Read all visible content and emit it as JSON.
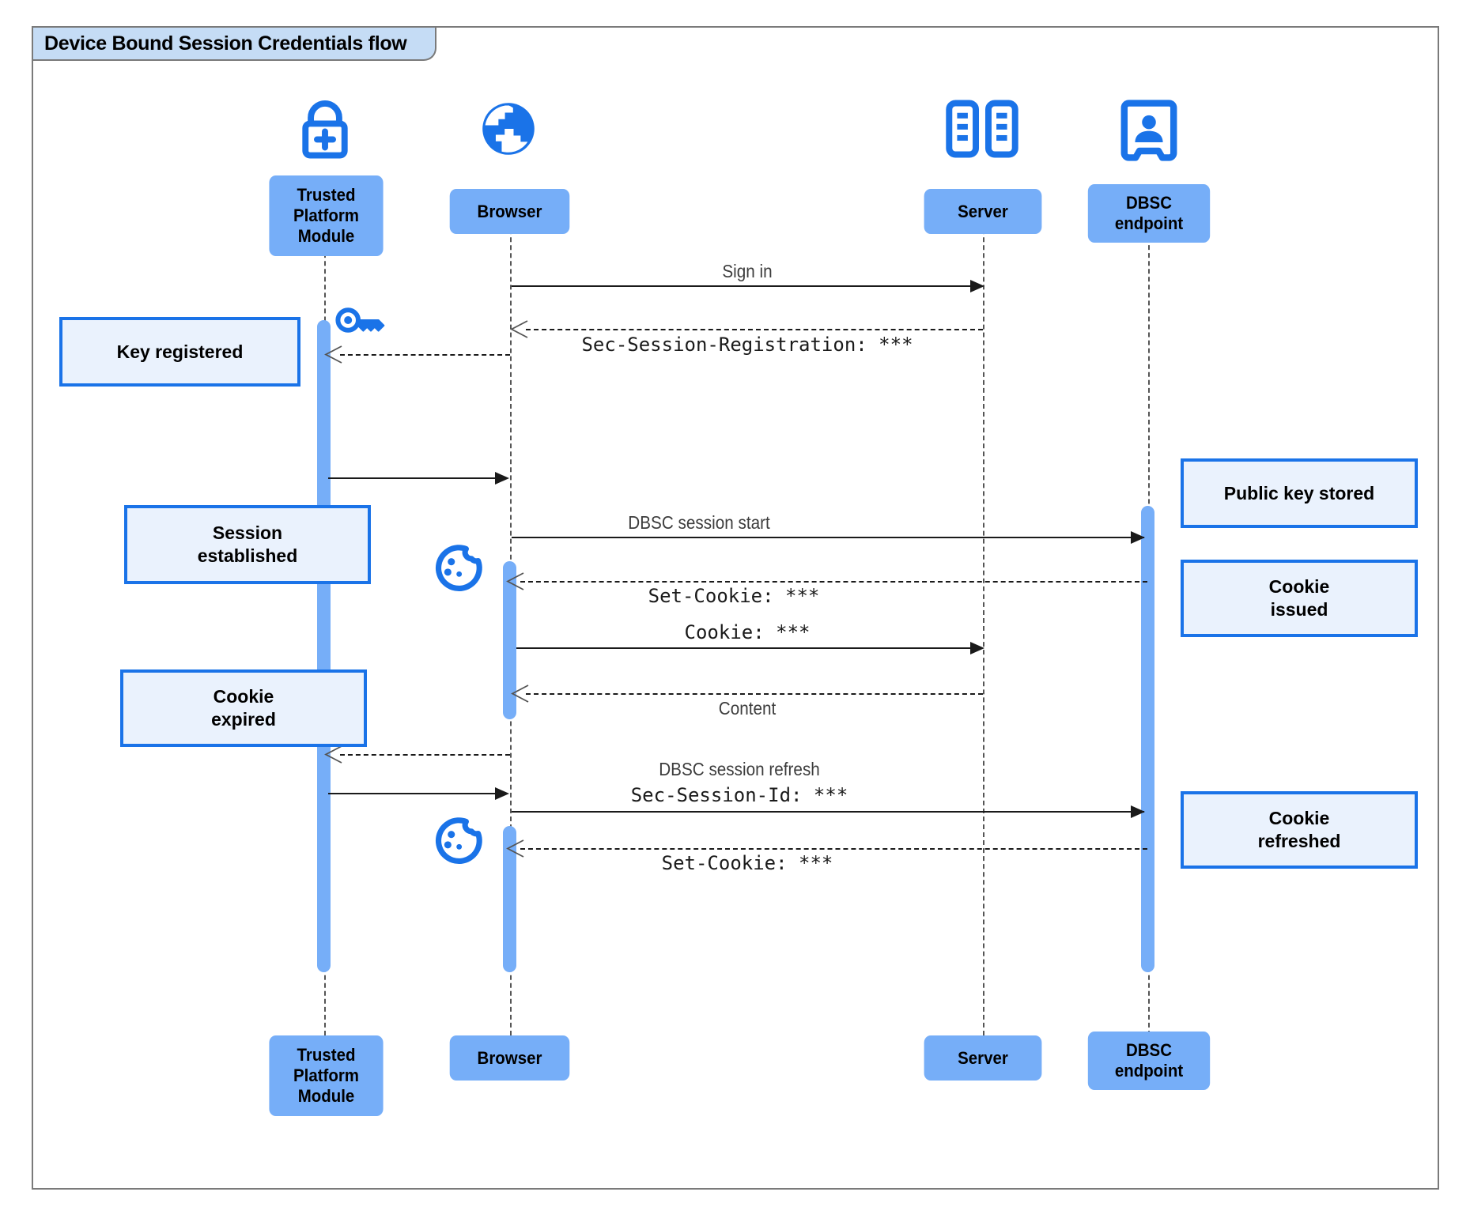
{
  "diagram": {
    "title": "Device Bound Session Credentials flow",
    "type": "sequence-diagram",
    "colors": {
      "participant_fill": "#76aef8",
      "note_fill": "#eaf2fd",
      "note_border": "#1a73e8",
      "icon_blue": "#1a73e8",
      "title_fill": "#c5dcf5",
      "frame_border": "#7a7a7a",
      "line": "#1a1a1a"
    }
  },
  "participants": [
    {
      "id": "tpm",
      "label": "Trusted\nPlatform\nModule",
      "line1": "Trusted",
      "line2": "Platform",
      "line3": "Module",
      "icon": "padlock-plus-icon"
    },
    {
      "id": "browser",
      "label": "Browser",
      "line1": "Browser",
      "icon": "globe-icon"
    },
    {
      "id": "server",
      "label": "Server",
      "line1": "Server",
      "icon": "server-rack-icon"
    },
    {
      "id": "dbsc",
      "label": "DBSC\nendpoint",
      "line1": "DBSC",
      "line2": "endpoint",
      "icon": "id-badge-icon"
    }
  ],
  "messages": [
    {
      "id": "m1",
      "from": "browser",
      "to": "server",
      "label": "Sign in",
      "style": "solid",
      "font": "sans"
    },
    {
      "id": "m2",
      "from": "server",
      "to": "browser",
      "label": "Sec-Session-Registration: ***",
      "style": "dashed",
      "font": "mono"
    },
    {
      "id": "m3",
      "from": "browser",
      "to": "tpm",
      "label": "",
      "style": "dashed",
      "font": "sans"
    },
    {
      "id": "m4",
      "from": "tpm",
      "to": "browser",
      "label": "",
      "style": "solid",
      "font": "sans"
    },
    {
      "id": "m5",
      "from": "browser",
      "to": "dbsc",
      "label": "DBSC session start",
      "style": "solid",
      "font": "sans"
    },
    {
      "id": "m6",
      "from": "dbsc",
      "to": "browser",
      "label": "Set-Cookie: ***",
      "style": "dashed",
      "font": "mono"
    },
    {
      "id": "m7",
      "from": "browser",
      "to": "server",
      "label": "Cookie: ***",
      "style": "solid",
      "font": "mono"
    },
    {
      "id": "m8",
      "from": "server",
      "to": "browser",
      "label": "Content",
      "style": "dashed",
      "font": "sans"
    },
    {
      "id": "m9",
      "from": "browser",
      "to": "tpm",
      "label": "",
      "style": "dashed",
      "font": "sans"
    },
    {
      "id": "m10",
      "from": "tpm",
      "to": "browser",
      "label": "",
      "style": "solid",
      "font": "sans"
    },
    {
      "id": "m11",
      "from": "browser",
      "to": "dbsc",
      "label": "DBSC session refresh",
      "label2": "Sec-Session-Id: ***",
      "style": "solid",
      "font": "sans"
    },
    {
      "id": "m12",
      "from": "dbsc",
      "to": "browser",
      "label": "Set-Cookie: ***",
      "style": "dashed",
      "font": "mono"
    }
  ],
  "notes": [
    {
      "id": "n1",
      "line1": "Key registered",
      "line2": "",
      "side": "left"
    },
    {
      "id": "n2",
      "line1": "Session",
      "line2": "established",
      "side": "left"
    },
    {
      "id": "n3",
      "line1": "Cookie",
      "line2": "expired",
      "side": "left"
    },
    {
      "id": "n4",
      "line1": "Public key stored",
      "line2": "",
      "side": "right"
    },
    {
      "id": "n5",
      "line1": "Cookie",
      "line2": "issued",
      "side": "right"
    },
    {
      "id": "n6",
      "line1": "Cookie",
      "line2": "refreshed",
      "side": "right"
    }
  ],
  "inline_icons": [
    {
      "id": "key",
      "name": "key-icon",
      "near": "tpm"
    },
    {
      "id": "cookie1",
      "name": "cookie-icon",
      "near": "browser"
    },
    {
      "id": "cookie2",
      "name": "cookie-icon",
      "near": "browser"
    }
  ]
}
